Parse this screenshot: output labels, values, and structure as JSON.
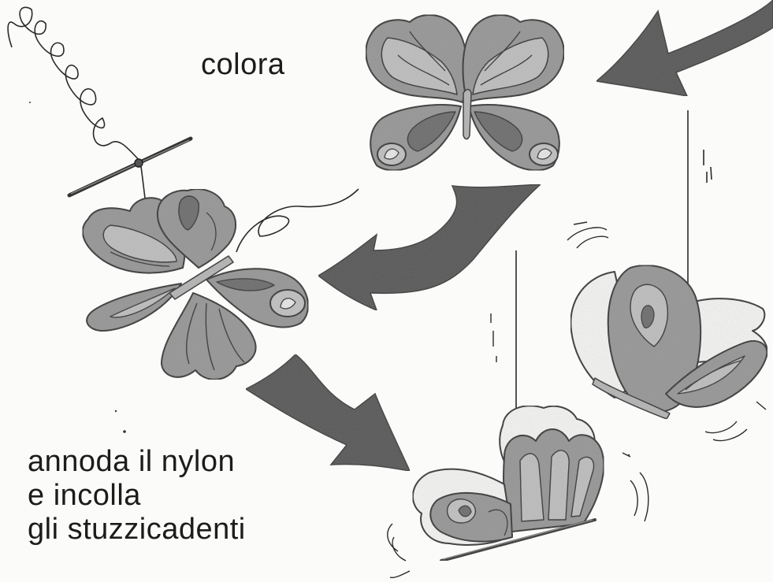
{
  "labels": {
    "color_step": "colora",
    "assembly_lines": [
      "annoda il nylon",
      "e incolla",
      "gli stuzzicadenti"
    ]
  },
  "colors": {
    "paper": "#fbfbf9",
    "ink": "#1c1c1c",
    "wing_fill": "#9b9b9b",
    "wing_light": "#c7c7c7",
    "wing_dark": "#6e6e6e",
    "arrow": "#555555"
  },
  "icons": [
    "curved-arrow-icon",
    "butterfly-icon",
    "toothpick-icon",
    "nylon-thread-icon",
    "motion-lines-icon"
  ]
}
